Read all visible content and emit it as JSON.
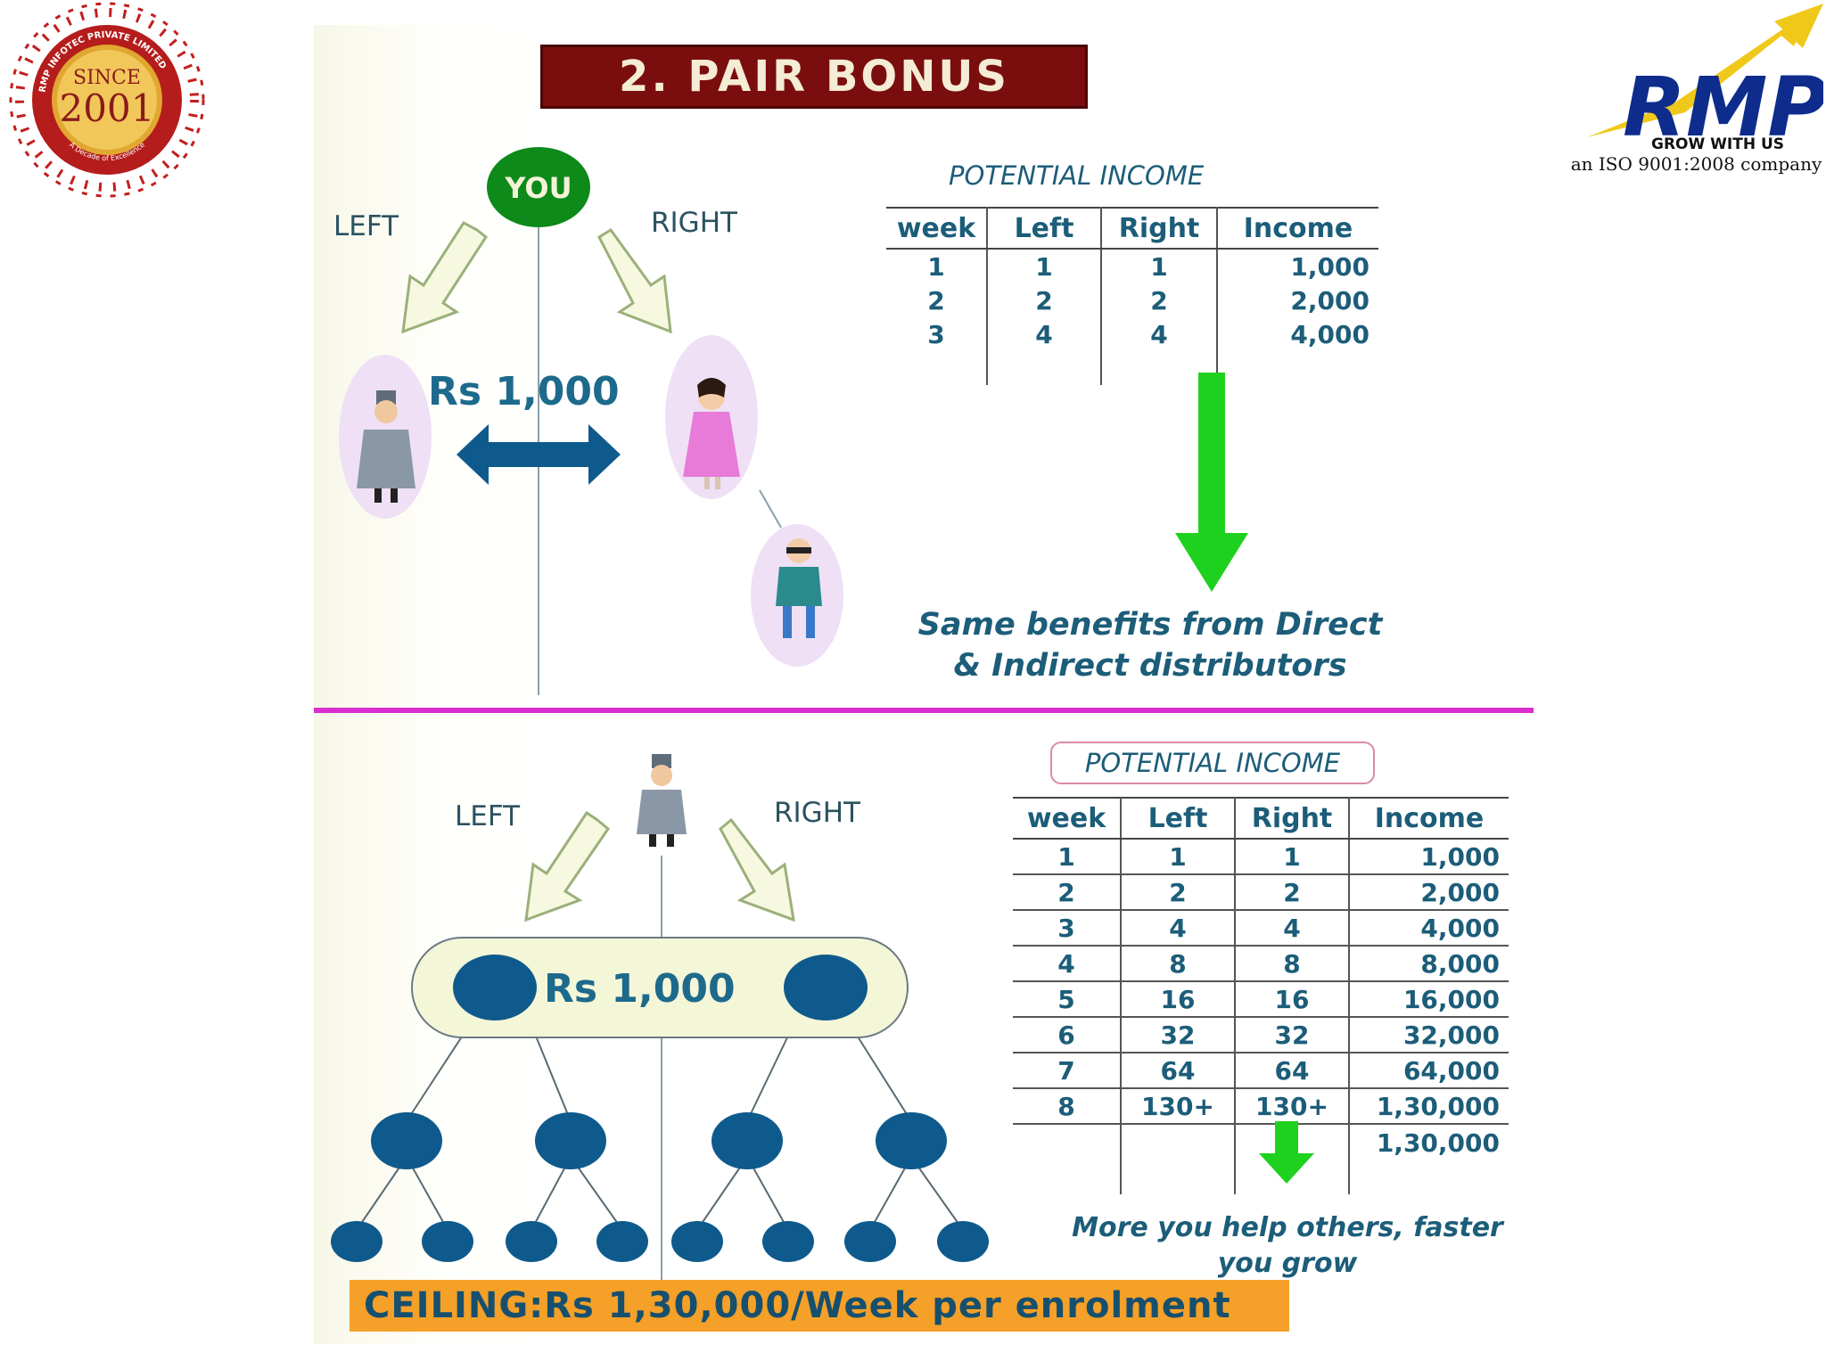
{
  "logos": {
    "seal_since": "SINCE",
    "seal_year": "2001",
    "seal_ring": "RMP INFOTEC PRIVATE LIMITED",
    "seal_motto": "A Decade of Excellence",
    "rmp_name": "RMP",
    "rmp_slogan": "GROW WITH US",
    "rmp_iso": "an ISO 9001:2008 company"
  },
  "title": "2. PAIR BONUS",
  "top": {
    "you_label": "YOU",
    "left_label": "LEFT",
    "right_label": "RIGHT",
    "pair_amount": "Rs 1,000",
    "table_title": "POTENTIAL INCOME",
    "headers": [
      "week",
      "Left",
      "Right",
      "Income"
    ],
    "rows": [
      [
        "1",
        "1",
        "1",
        "1,000"
      ],
      [
        "2",
        "2",
        "2",
        "2,000"
      ],
      [
        "3",
        "4",
        "4",
        "4,000"
      ]
    ],
    "note_line1": "Same benefits from Direct",
    "note_line2": "& Indirect distributors"
  },
  "bottom": {
    "left_label": "LEFT",
    "right_label": "RIGHT",
    "pair_amount": "Rs 1,000",
    "table_title": "POTENTIAL INCOME",
    "headers": [
      "week",
      "Left",
      "Right",
      "Income"
    ],
    "rows": [
      [
        "1",
        "1",
        "1",
        "1,000"
      ],
      [
        "2",
        "2",
        "2",
        "2,000"
      ],
      [
        "3",
        "4",
        "4",
        "4,000"
      ],
      [
        "4",
        "8",
        "8",
        "8,000"
      ],
      [
        "5",
        "16",
        "16",
        "16,000"
      ],
      [
        "6",
        "32",
        "32",
        "32,000"
      ],
      [
        "7",
        "64",
        "64",
        "64,000"
      ],
      [
        "8",
        "130+",
        "130+",
        "1,30,000"
      ]
    ],
    "extra_income": "1,30,000",
    "note_line1": "More you help others, faster",
    "note_line2": "you grow",
    "ceiling": "CEILING:Rs 1,30,000/Week per enrolment"
  },
  "colors": {
    "title_bg": "#7a0d0d",
    "you_green": "#0d8a1a",
    "arrow_green": "#1fd11f",
    "node_blue": "#0f5a8c",
    "divider": "#d92fd0",
    "ceiling_bg": "#f5a028",
    "text_blue": "#1c5d79"
  }
}
